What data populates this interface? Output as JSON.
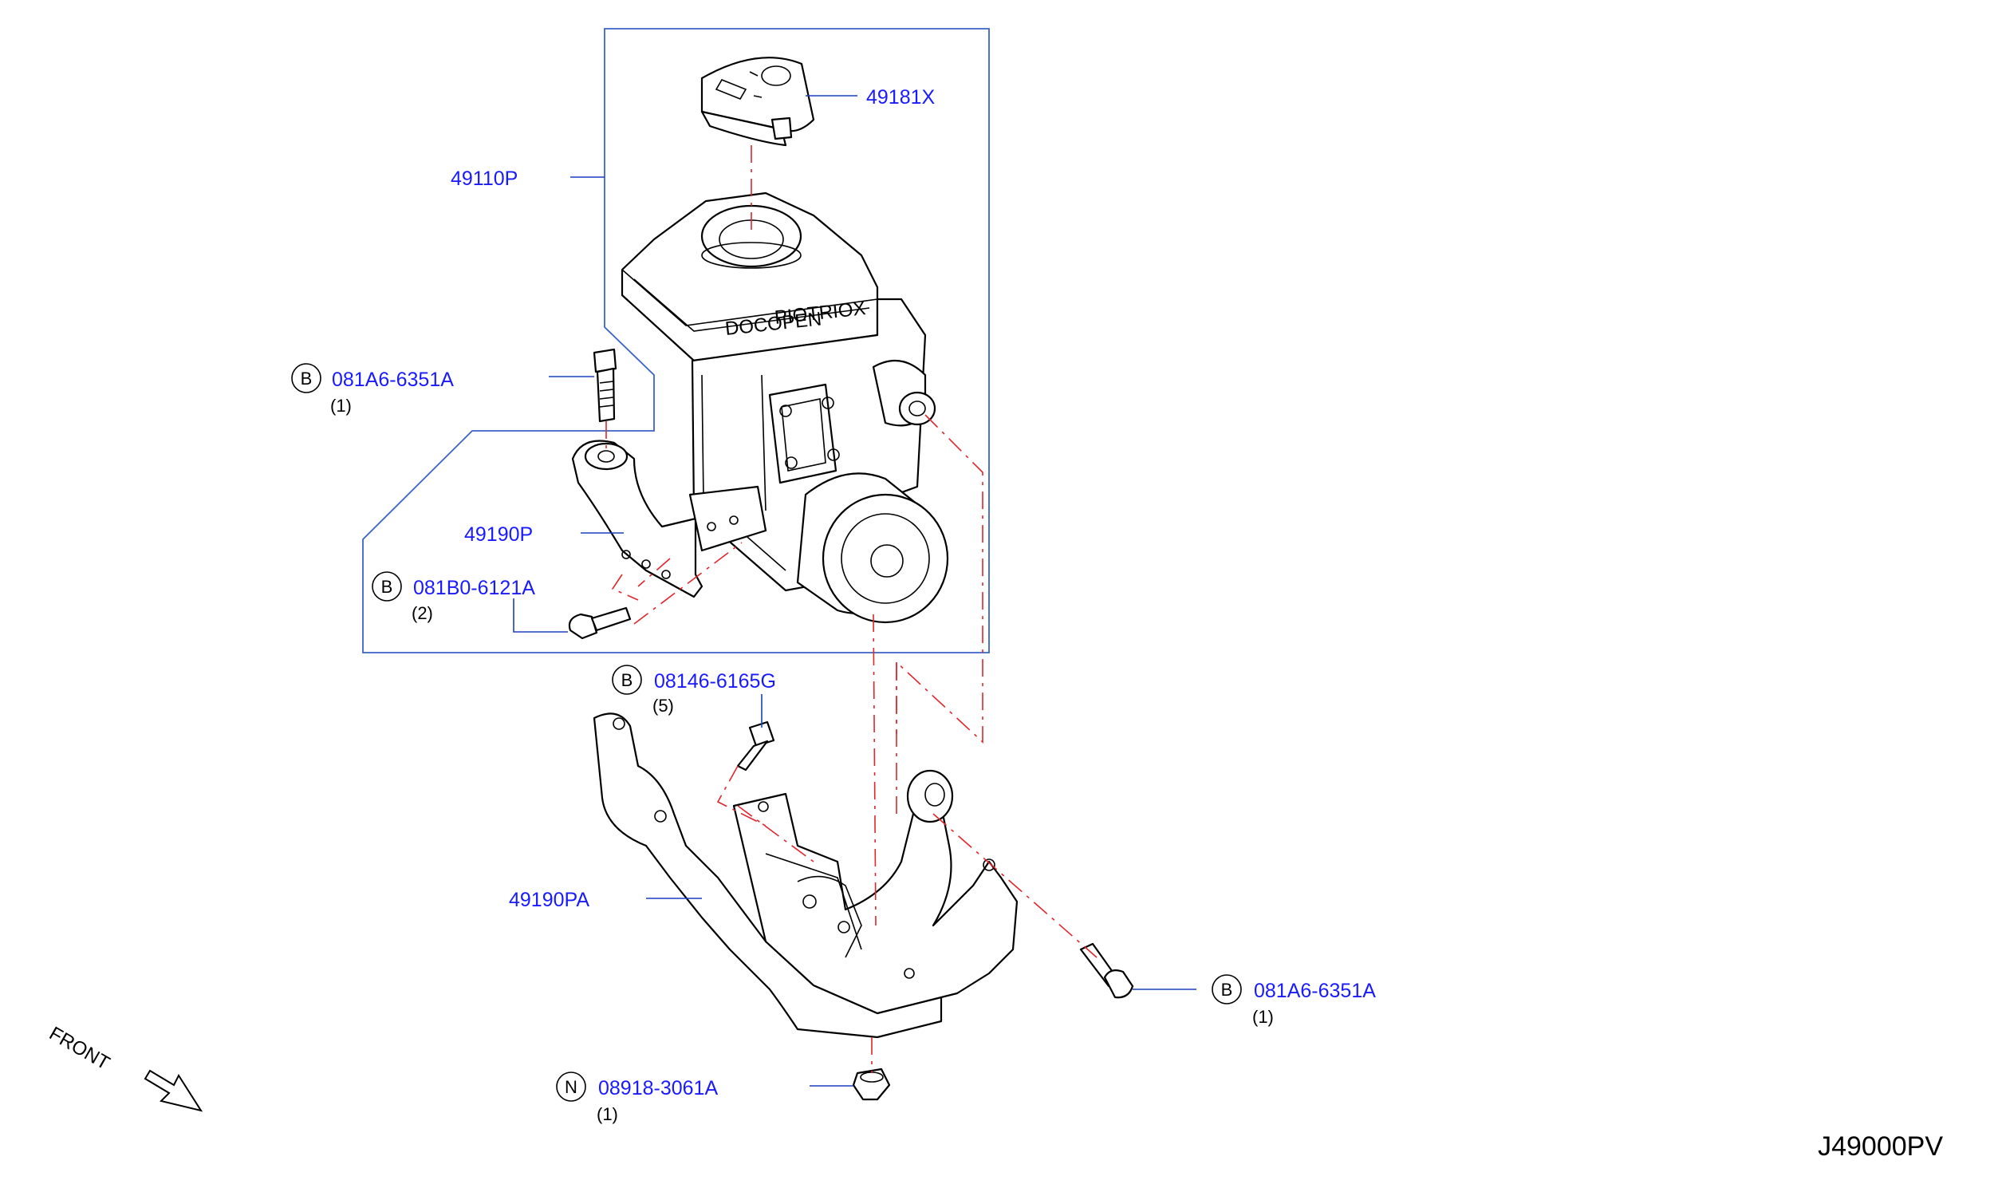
{
  "colors": {
    "part_number": "#1a1aff",
    "leader": "#1a3fbf",
    "assembly_frame": "#3a63c8",
    "centerline": "#e0262d",
    "outline": "#000000"
  },
  "callouts": {
    "reservoir_cap": {
      "part_no": "49181X"
    },
    "actuator_assembly": {
      "part_no": "49110P"
    },
    "upper_bolt": {
      "badge": "B",
      "part_no": "081A6-6351A",
      "qty": "(1)"
    },
    "inner_bracket": {
      "part_no": "49190P"
    },
    "bracket_bolt": {
      "badge": "B",
      "part_no": "081B0-6121A",
      "qty": "(2)"
    },
    "mount_bolt": {
      "badge": "B",
      "part_no": "08146-6165G",
      "qty": "(5)"
    },
    "lower_bracket": {
      "part_no": "49190PA"
    },
    "side_bolt": {
      "badge": "B",
      "part_no": "081A6-6351A",
      "qty": "(1)"
    },
    "nut": {
      "badge": "N",
      "part_no": "08918-3061A",
      "qty": "(1)"
    }
  },
  "front_indicator": {
    "label": "FRONT"
  },
  "diagram_code": "J49000PV"
}
